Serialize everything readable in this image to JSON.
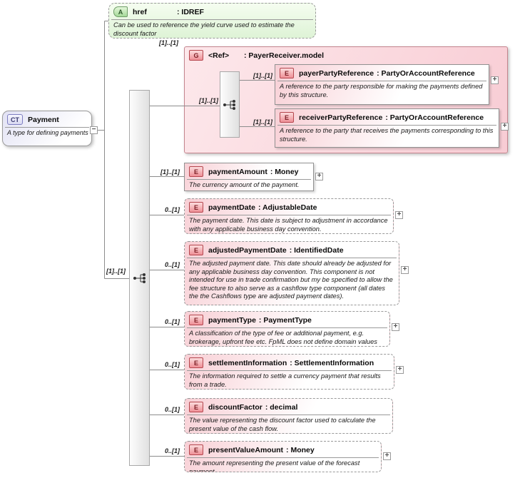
{
  "palette": {
    "element_pink": "#f8ccd2",
    "attribute_green": "#def3d6",
    "complextype_lavender": "#e2e2f4",
    "group_pink": "#f8ccd4",
    "line_gray": "#8c8c8c"
  },
  "glyphs": {
    "expand": "+",
    "collapse": "−"
  },
  "root": {
    "badge": "CT",
    "title": "Payment",
    "description": "A type for defining payments"
  },
  "attribute": {
    "badge": "A",
    "name": "href",
    "type_label": ": IDREF",
    "description": "Can be used to reference the yield curve used to estimate the discount factor"
  },
  "sequence": {
    "occurrence": "[1]..[1]"
  },
  "group": {
    "badge": "G",
    "name": "<Ref>",
    "type_label": ": PayerReceiver.model",
    "occurrence": "[1]..[1]",
    "sequence_occurrence": "[1]..[1]",
    "children": [
      {
        "badge": "E",
        "name": "payerPartyReference",
        "type_label": ": PartyOrAccountReference",
        "occurrence": "[1]..[1]",
        "description": "A reference to the party responsible for making the payments defined by this structure."
      },
      {
        "badge": "E",
        "name": "receiverPartyReference",
        "type_label": ": PartyOrAccountReference",
        "occurrence": "[1]..[1]",
        "description": "A reference to the party that receives the payments corresponding to this structure."
      }
    ]
  },
  "elements": [
    {
      "badge": "E",
      "name": "paymentAmount",
      "type_label": ": Money",
      "occurrence": "[1]..[1]",
      "description": "The currency amount of the payment."
    },
    {
      "badge": "E",
      "name": "paymentDate",
      "type_label": ": AdjustableDate",
      "occurrence": "0..[1]",
      "description": "The payment date. This date is subject to adjustment in accordance with any applicable business day convention."
    },
    {
      "badge": "E",
      "name": "adjustedPaymentDate",
      "type_label": ": IdentifiedDate",
      "occurrence": "0..[1]",
      "description": "The adjusted payment date. This date should already be adjusted for any applicable business day convention. This component is not intended for use in trade confirmation but my be specified to allow the fee structure to also serve as a cashflow type component (all dates the the Cashflows type are adjusted payment dates)."
    },
    {
      "badge": "E",
      "name": "paymentType",
      "type_label": ": PaymentType",
      "occurrence": "0..[1]",
      "description": "A classification of the type of fee or additional payment, e.g. brokerage, upfront fee etc. FpML does not define domain values for this element."
    },
    {
      "badge": "E",
      "name": "settlementInformation",
      "type_label": ": SettlementInformation",
      "occurrence": "0..[1]",
      "description": "The information required to settle a currency payment that results from a trade."
    },
    {
      "badge": "E",
      "name": "discountFactor",
      "type_label": ": decimal",
      "occurrence": "0..[1]",
      "description": "The value representing the discount factor used to calculate the present value of the cash flow."
    },
    {
      "badge": "E",
      "name": "presentValueAmount",
      "type_label": ": Money",
      "occurrence": "0..[1]",
      "description": "The amount representing the present value of the forecast payment."
    }
  ]
}
